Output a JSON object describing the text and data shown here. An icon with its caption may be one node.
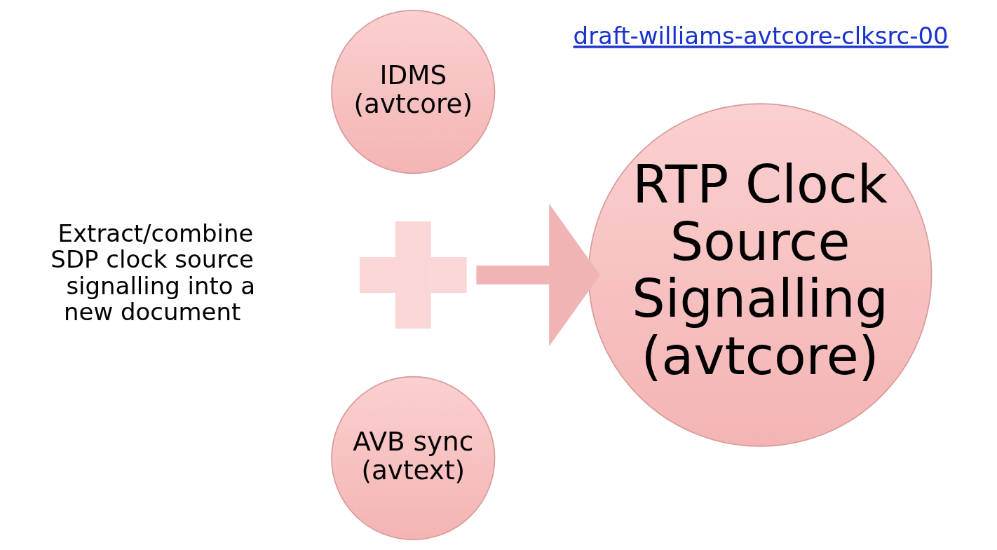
{
  "diagram": {
    "nodes": [
      {
        "text": [
          "IDMS (avtcore)"
        ]
      },
      {
        "text": [],
        "shape": "cross"
      },
      {
        "text": [
          "AVB sync (avtext)"
        ]
      },
      {
        "text": [
          "RTP Clock Source Signalling (avtcore)"
        ]
      }
    ],
    "edges": [
      {
        "from": 1,
        "to": 3,
        "arrow": "to"
      }
    ],
    "labels": [
      "Extract/combine SDP clock source signalling into a new document",
      "draft-williams-avtcore-clksrc-00"
    ]
  }
}
